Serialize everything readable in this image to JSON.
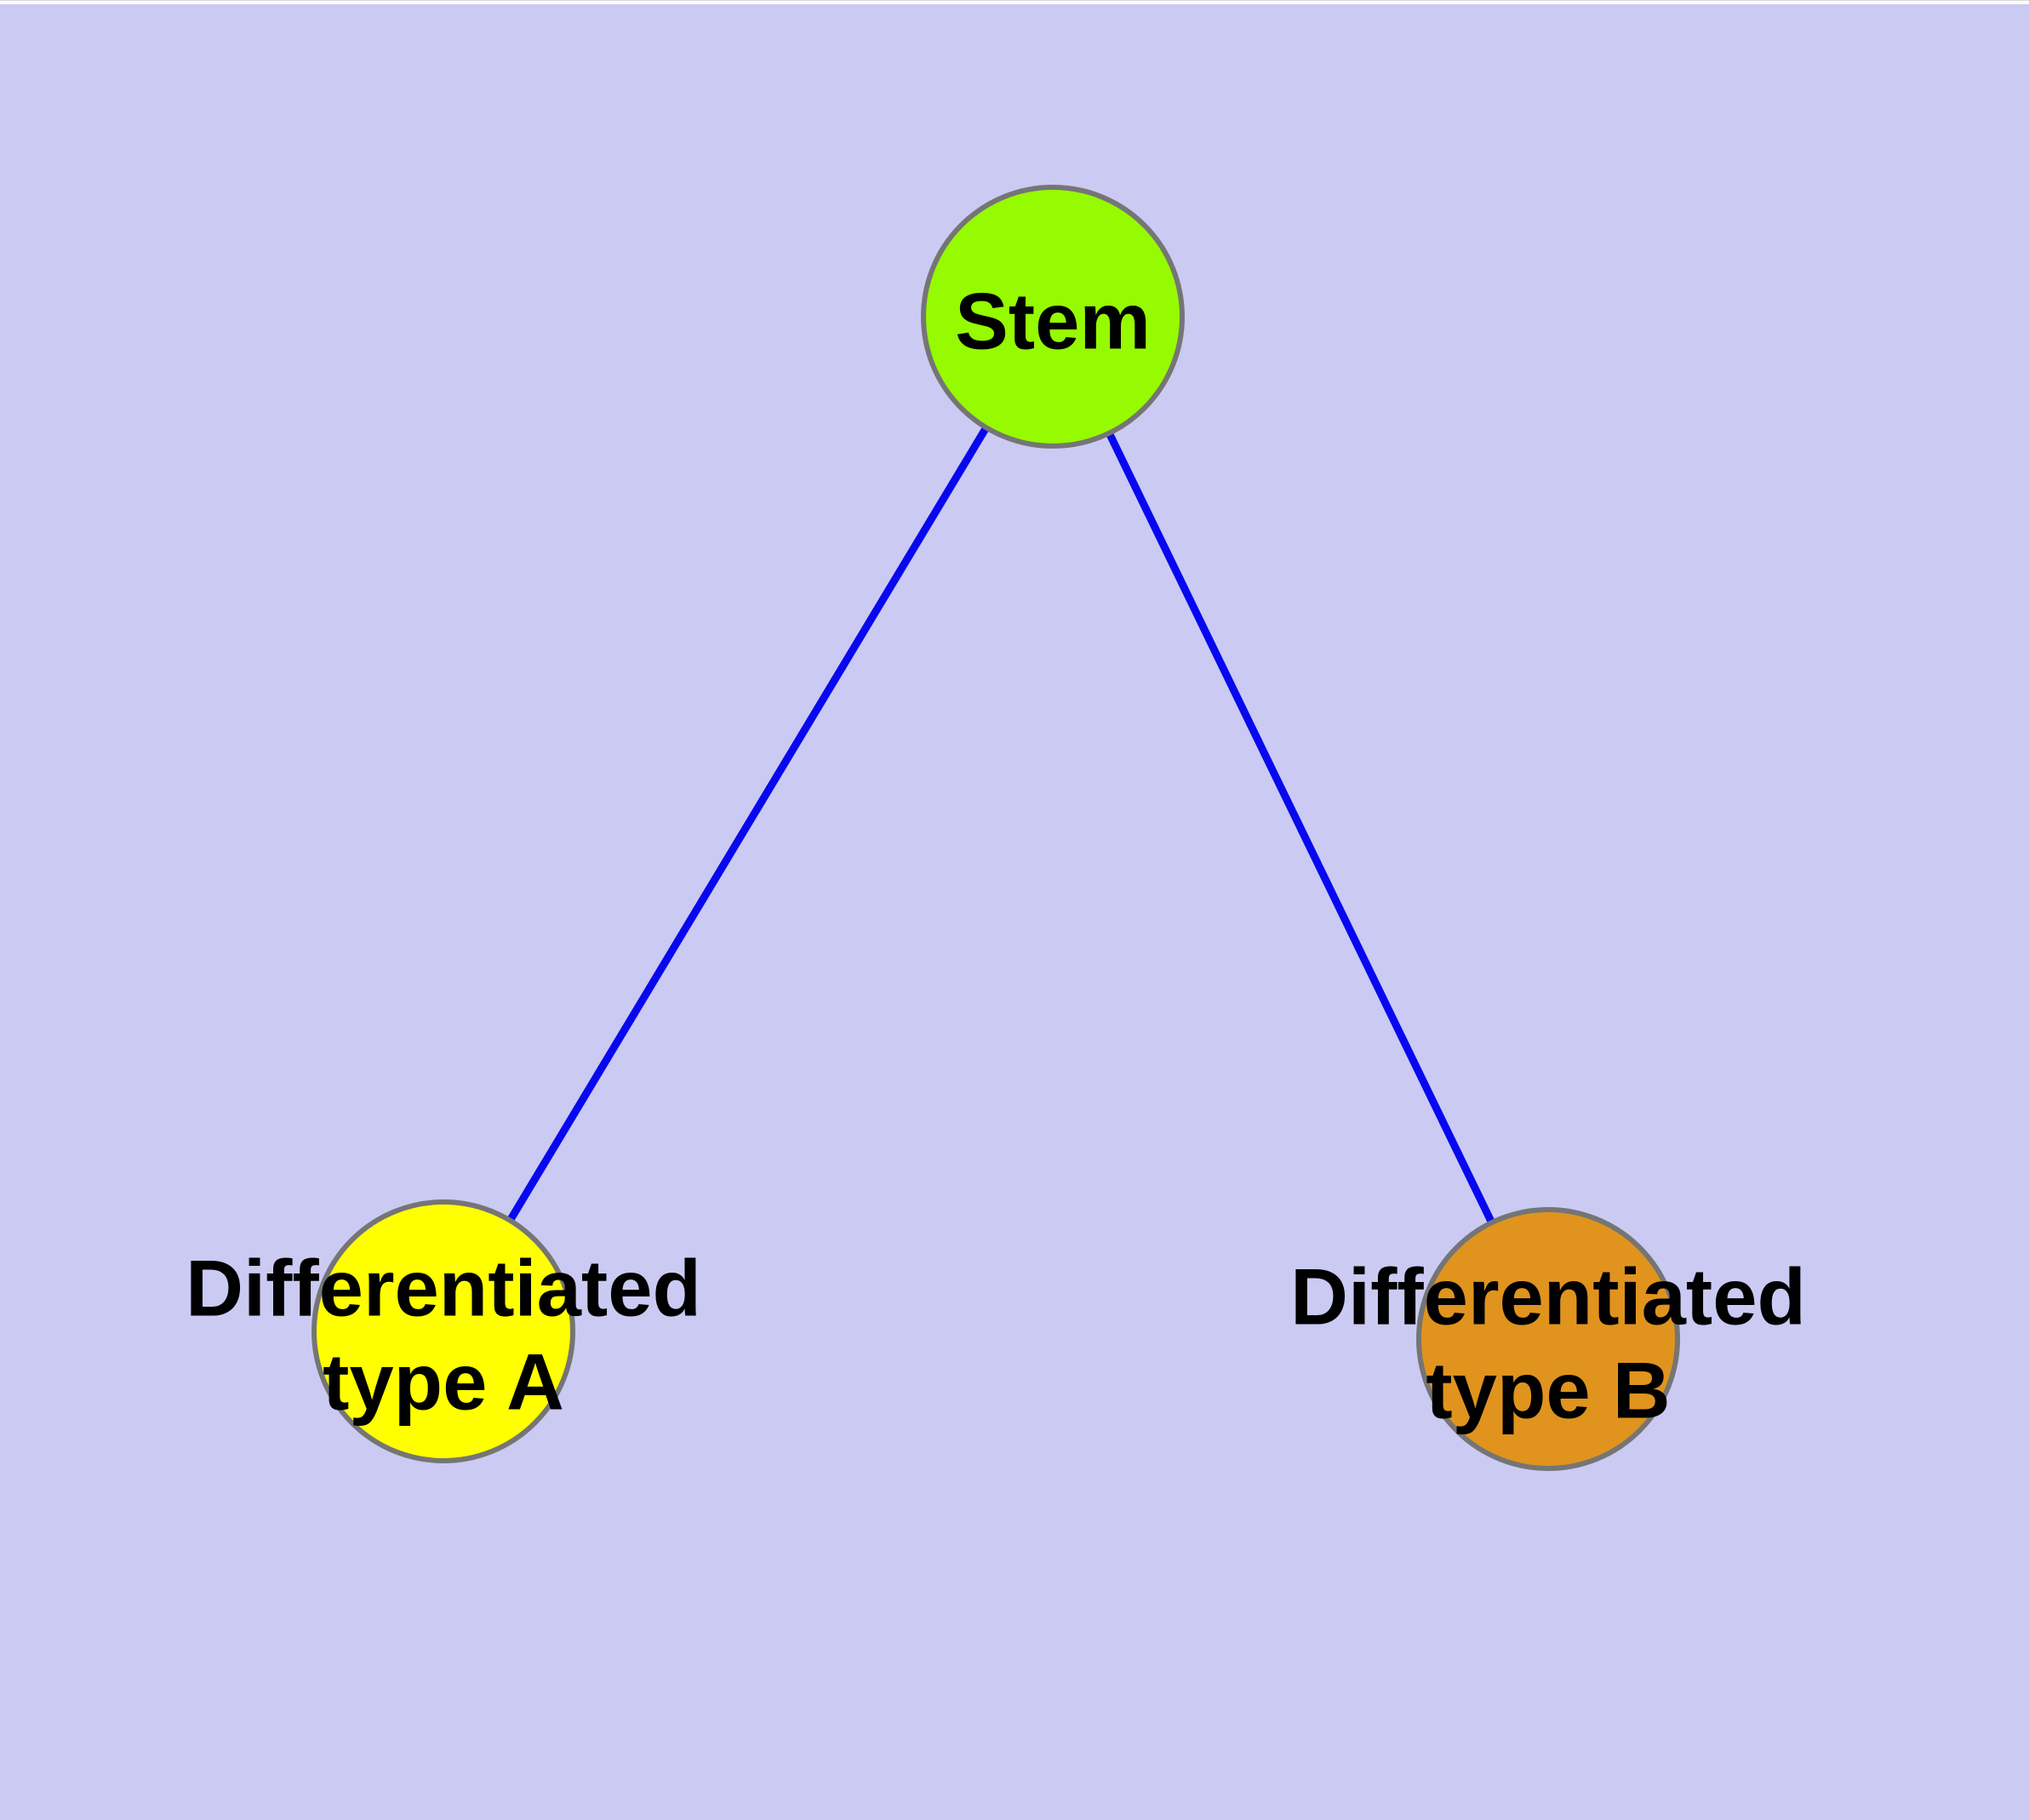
{
  "diagram": {
    "type": "node-link-graph",
    "background_color": "#CACAF3",
    "top_strip_color": "#FFFFFF",
    "node_border_color": "#757575",
    "label_color": "#000000",
    "edge_color": "#0808F0",
    "nodes": [
      {
        "id": "stem",
        "lines": [
          "Stem",
          ""
        ],
        "fill": "#96FA00"
      },
      {
        "id": "type-a",
        "lines": [
          "Differentiated",
          "type A"
        ],
        "fill": "#FFFF00"
      },
      {
        "id": "type-b",
        "lines": [
          "Differentiated",
          "type B"
        ],
        "fill": "#E0941E"
      }
    ],
    "edges": [
      {
        "from": "stem",
        "to": "type-a"
      },
      {
        "from": "stem",
        "to": "type-b"
      }
    ]
  }
}
